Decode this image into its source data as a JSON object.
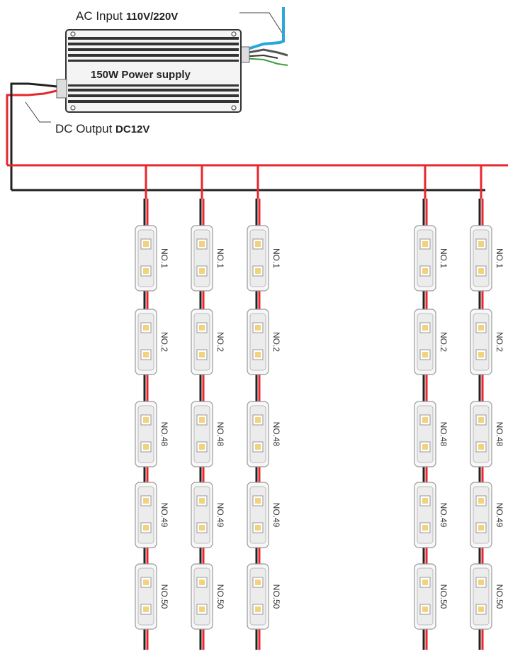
{
  "power_supply": {
    "label": "150W Power supply",
    "ac_input_label": "AC Input",
    "ac_input_value": "110V/220V",
    "dc_output_label": "DC Output",
    "dc_output_value": "DC12V"
  },
  "wire_colors": {
    "positive": "#e8262c",
    "negative": "#222222",
    "ac_live": "#2aa7d8"
  },
  "module_labels": [
    "NO.1",
    "NO.2",
    "NO.48",
    "NO.49",
    "NO.50"
  ],
  "strip_count": 5
}
